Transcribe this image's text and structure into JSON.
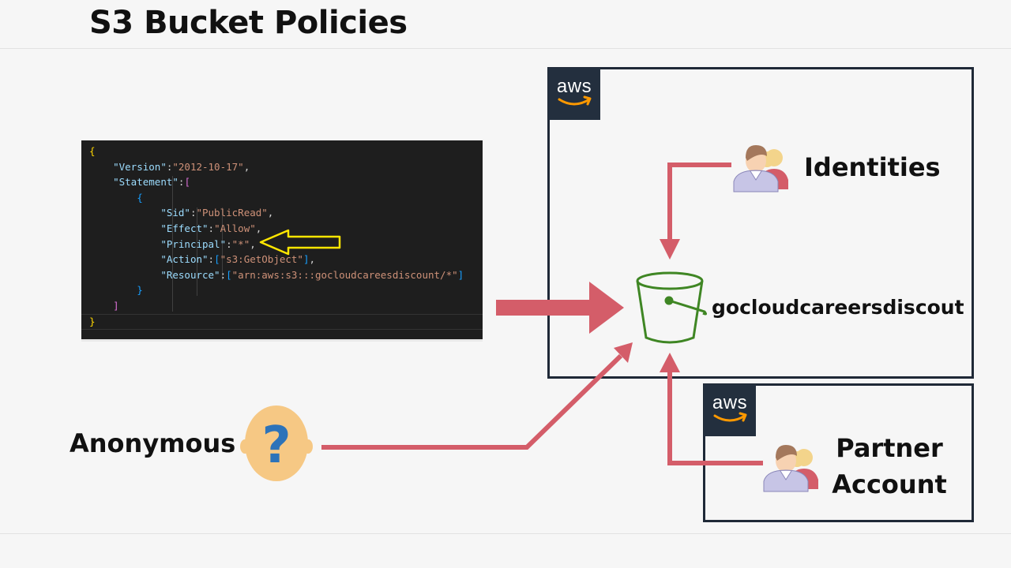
{
  "title": "S3 Bucket Policies",
  "code_lines": [
    {
      "indent": "",
      "parts": [
        {
          "t": "{",
          "c": "brace-y"
        }
      ]
    },
    {
      "indent": "    ",
      "parts": [
        {
          "t": "\"Version\"",
          "c": "key"
        },
        {
          "t": ":",
          "c": "punc"
        },
        {
          "t": "\"2012-10-17\"",
          "c": "str"
        },
        {
          "t": ",",
          "c": "punc"
        }
      ]
    },
    {
      "indent": "    ",
      "parts": [
        {
          "t": "\"Statement\"",
          "c": "key"
        },
        {
          "t": ":",
          "c": "punc"
        },
        {
          "t": "[",
          "c": "brack-p"
        }
      ]
    },
    {
      "indent": "        ",
      "parts": [
        {
          "t": "{",
          "c": "brace-b"
        }
      ]
    },
    {
      "indent": "            ",
      "parts": [
        {
          "t": "\"Sid\"",
          "c": "key"
        },
        {
          "t": ":",
          "c": "punc"
        },
        {
          "t": "\"PublicRead\"",
          "c": "str"
        },
        {
          "t": ",",
          "c": "punc"
        }
      ]
    },
    {
      "indent": "            ",
      "parts": [
        {
          "t": "\"Effect\"",
          "c": "key"
        },
        {
          "t": ":",
          "c": "punc"
        },
        {
          "t": "\"Allow\"",
          "c": "str"
        },
        {
          "t": ",",
          "c": "punc"
        }
      ]
    },
    {
      "indent": "            ",
      "parts": [
        {
          "t": "\"Principal\"",
          "c": "key"
        },
        {
          "t": ":",
          "c": "punc"
        },
        {
          "t": "\"*\"",
          "c": "str"
        },
        {
          "t": ",",
          "c": "punc"
        }
      ]
    },
    {
      "indent": "            ",
      "parts": [
        {
          "t": "\"Action\"",
          "c": "key"
        },
        {
          "t": ":",
          "c": "punc"
        },
        {
          "t": "[",
          "c": "brace-b"
        },
        {
          "t": "\"s3:GetObject\"",
          "c": "str"
        },
        {
          "t": "]",
          "c": "brace-b"
        },
        {
          "t": ",",
          "c": "punc"
        }
      ]
    },
    {
      "indent": "            ",
      "parts": [
        {
          "t": "\"Resource\"",
          "c": "key"
        },
        {
          "t": ":",
          "c": "punc"
        },
        {
          "t": "[",
          "c": "brace-b"
        },
        {
          "t": "\"arn:aws:s3:::gocloudcareesdiscount/*\"",
          "c": "str"
        },
        {
          "t": "]",
          "c": "brace-b"
        }
      ]
    },
    {
      "indent": "        ",
      "parts": [
        {
          "t": "}",
          "c": "brace-b"
        }
      ]
    },
    {
      "indent": "    ",
      "parts": [
        {
          "t": "]",
          "c": "brack-p"
        }
      ]
    },
    {
      "indent": "",
      "parts": [
        {
          "t": "}",
          "c": "brace-y"
        }
      ]
    }
  ],
  "aws_logo_text": "aws",
  "identities_label": "Identities",
  "bucket_label": "gocloudcareersdiscout",
  "partner_label_line1": "Partner",
  "partner_label_line2": "Account",
  "anonymous_label": "Anonymous",
  "question_mark": "?",
  "colors": {
    "arrow": "#d45d69",
    "bucket": "#3f8624",
    "highlight_arrow": "#ffe600",
    "aws_bg": "#232f3e",
    "aws_smile": "#ff9900",
    "user_body": "#c7c5e6",
    "user_skin": "#f7d2b2",
    "user_hair": "#a4785c",
    "user_red": "#d45d69",
    "user_hair2": "#f3d48b",
    "anon_face": "#f6c884",
    "anon_q": "#2d73b9"
  }
}
